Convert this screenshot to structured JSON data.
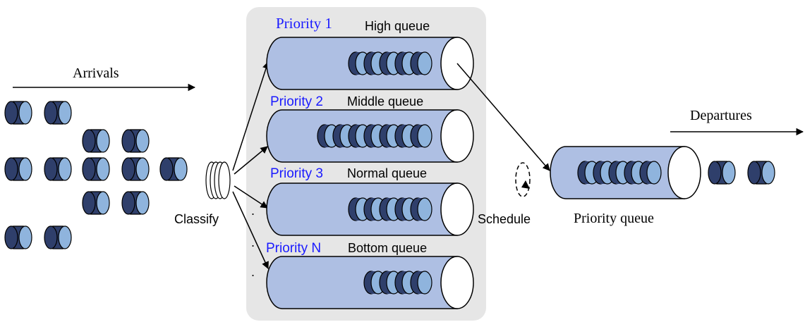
{
  "labels": {
    "arrivals": "Arrivals",
    "classify": "Classify",
    "schedule": "Schedule",
    "departures": "Departures",
    "priority_queue": "Priority queue"
  },
  "queues": [
    {
      "priority_label": "Priority 1",
      "queue_label": "High queue",
      "packet_count": 5
    },
    {
      "priority_label": "Priority 2",
      "queue_label": "Middle queue",
      "packet_count": 7
    },
    {
      "priority_label": "Priority 3",
      "queue_label": "Normal queue",
      "packet_count": 5
    },
    {
      "priority_label": "Priority N",
      "queue_label": "Bottom queue",
      "packet_count": 4
    }
  ],
  "ellipsis_dots": [
    ".",
    ".",
    "."
  ],
  "colors": {
    "pipe_fill": "#aebfe3",
    "packet_dark": "#2f3f6b",
    "packet_light": "#8fb4dd",
    "panel_bg": "#e6e6e6",
    "priority_text": "#1a1aff",
    "stroke": "#000000"
  }
}
